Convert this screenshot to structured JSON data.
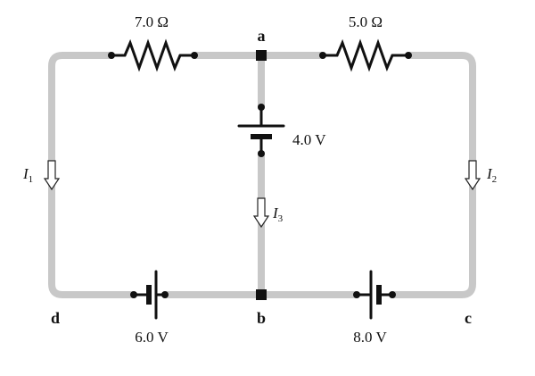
{
  "nodes": {
    "a": "a",
    "b": "b",
    "c": "c",
    "d": "d"
  },
  "resistors": {
    "left": "7.0 Ω",
    "right": "5.0 Ω"
  },
  "batteries": {
    "middle": "4.0 V",
    "bottom_left": "6.0 V",
    "bottom_right": "8.0 V"
  },
  "currents": {
    "i1": {
      "symbol": "I",
      "subscript": "1"
    },
    "i2": {
      "symbol": "I",
      "subscript": "2"
    },
    "i3": {
      "symbol": "I",
      "subscript": "3"
    }
  },
  "colors": {
    "wire": "#c8c8c8",
    "components": "#111111",
    "background": "#ffffff"
  }
}
